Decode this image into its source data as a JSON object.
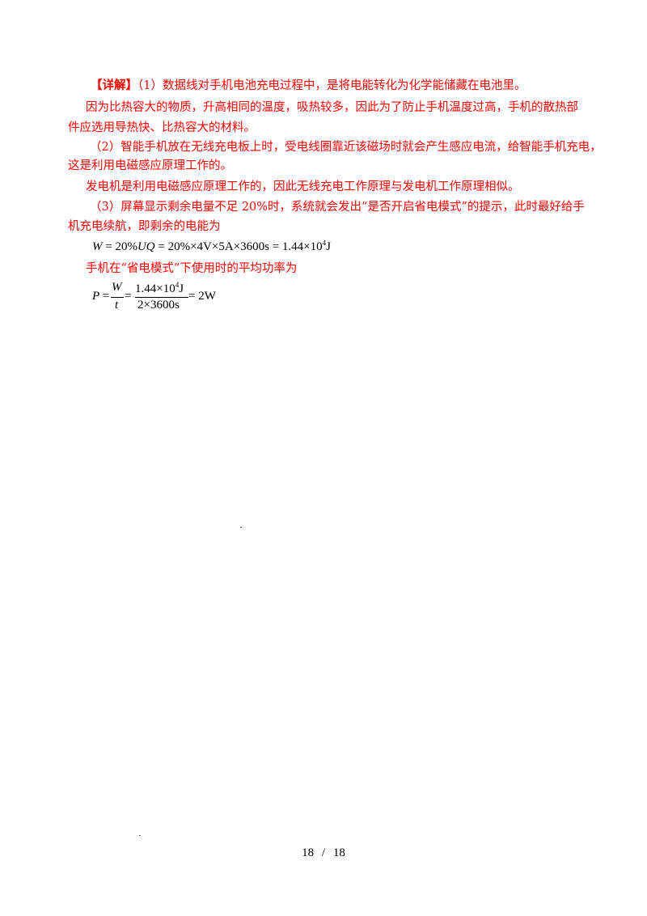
{
  "detail": {
    "tag": "【详解】",
    "p1": "（1）数据线对手机电池充电过程中，是将电能转化为化学能储藏在电池里。",
    "p2a": "因为比热容大的物质，升高相同的温度，吸热较多，因此为了防止手机温度过高，手机的散热部",
    "p2b": "件应选用导热快、比热容大的材料。",
    "p3a": "（2）智能手机放在无线充电板上时，受电线圈靠近该磁场时就会产生感应电流，给智能手机充电，",
    "p3b": "这是利用电磁感应原理工作的。",
    "p4": "发电机是利用电磁感应原理工作的，因此无线充电工作原理与发电机工作原理相似。",
    "p5a": "（3）屏幕显示剩余电量不足 20%时，系统就会发出“是否开启省电模式”的提示，此时最好给手",
    "p5b": "机充电续航，即剩余的电能为",
    "p6": "手机在“省电模式”下使用时的平均功率为"
  },
  "formula1": {
    "lhs_var": "W",
    "rhs": " = 20%",
    "uq": "UQ",
    "rest": " = 20%×4V×5A×3600s = 1.44×10",
    "exp": "4",
    "unit": "J"
  },
  "formula2": {
    "lhs_var": "P",
    "eq1": " = ",
    "num_var": "W",
    "den_var": "t",
    "eq2": " = ",
    "num2": "1.44×10",
    "num2_exp": "4",
    "num2_unit": "J",
    "den2": "2×3600s",
    "result": " = 2W"
  },
  "footer": {
    "page_current": "18",
    "separator": "/",
    "page_total": "18"
  }
}
